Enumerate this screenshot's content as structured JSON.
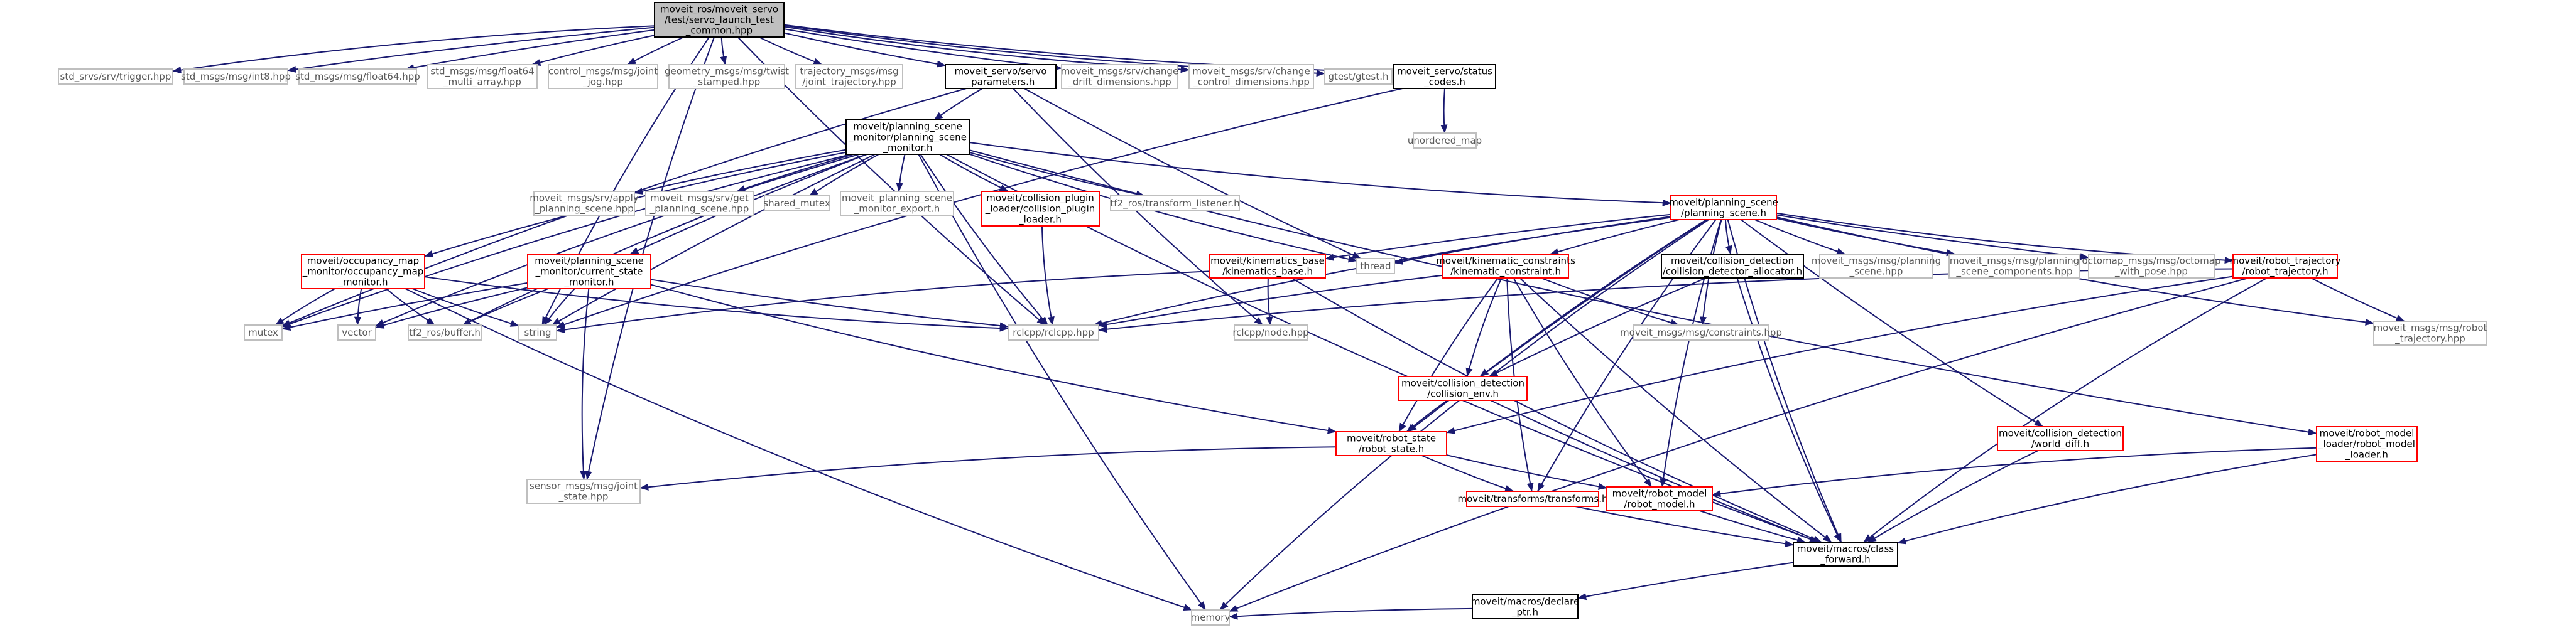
{
  "colors": {
    "edge": "#191970",
    "root_fill": "#bfbfbf",
    "root_stroke": "#000000",
    "documented_stroke": "#000000",
    "undocumented_stroke": "#ff0000",
    "external_stroke": "#bfbfbf",
    "node_fill": "#ffffff",
    "text": "#000000",
    "external_text": "#595959"
  },
  "nodes": [
    {
      "id": "root",
      "kind": "root",
      "lines": [
        "moveit_ros/moveit_servo",
        "/test/servo_launch_test",
        "_common.hpp"
      ]
    },
    {
      "id": "trigger",
      "kind": "external",
      "lines": [
        "std_srvs/srv/trigger.hpp"
      ]
    },
    {
      "id": "int8",
      "kind": "external",
      "lines": [
        "std_msgs/msg/int8.hpp"
      ]
    },
    {
      "id": "float64",
      "kind": "external",
      "lines": [
        "std_msgs/msg/float64.hpp"
      ]
    },
    {
      "id": "float64multi",
      "kind": "external",
      "lines": [
        "std_msgs/msg/float64",
        "_multi_array.hpp"
      ]
    },
    {
      "id": "jointjog",
      "kind": "external",
      "lines": [
        "control_msgs/msg/joint",
        "_jog.hpp"
      ]
    },
    {
      "id": "twist",
      "kind": "external",
      "lines": [
        "geometry_msgs/msg/twist",
        "_stamped.hpp"
      ]
    },
    {
      "id": "jointtraj",
      "kind": "external",
      "lines": [
        "trajectory_msgs/msg",
        "/joint_trajectory.hpp"
      ]
    },
    {
      "id": "servoparams",
      "kind": "documented",
      "lines": [
        "moveit_servo/servo",
        "_parameters.h"
      ]
    },
    {
      "id": "changedrift",
      "kind": "external",
      "lines": [
        "moveit_msgs/srv/change",
        "_drift_dimensions.hpp"
      ]
    },
    {
      "id": "changecontrol",
      "kind": "external",
      "lines": [
        "moveit_msgs/srv/change",
        "_control_dimensions.hpp"
      ]
    },
    {
      "id": "gtest",
      "kind": "external",
      "lines": [
        "gtest/gtest.h"
      ]
    },
    {
      "id": "statuscodes",
      "kind": "documented",
      "lines": [
        "moveit_servo/status",
        "_codes.h"
      ]
    },
    {
      "id": "unorderedmap",
      "kind": "external",
      "lines": [
        "unordered_map"
      ]
    },
    {
      "id": "psm",
      "kind": "documented",
      "lines": [
        "moveit/planning_scene",
        "_monitor/planning_scene",
        "_monitor.h"
      ]
    },
    {
      "id": "applyps",
      "kind": "external",
      "lines": [
        "moveit_msgs/srv/apply",
        "_planning_scene.hpp"
      ]
    },
    {
      "id": "getps",
      "kind": "external",
      "lines": [
        "moveit_msgs/srv/get",
        "_planning_scene.hpp"
      ]
    },
    {
      "id": "sharedmutex",
      "kind": "external",
      "lines": [
        "shared_mutex"
      ]
    },
    {
      "id": "psmexport",
      "kind": "external",
      "lines": [
        "moveit_planning_scene",
        "_monitor_export.h"
      ]
    },
    {
      "id": "collplugin",
      "kind": "undocumented",
      "lines": [
        "moveit/collision_plugin",
        "_loader/collision_plugin",
        "_loader.h"
      ]
    },
    {
      "id": "tf2listener",
      "kind": "external",
      "lines": [
        "tf2_ros/transform_listener.h"
      ]
    },
    {
      "id": "planningscene",
      "kind": "undocumented",
      "lines": [
        "moveit/planning_scene",
        "/planning_scene.h"
      ]
    },
    {
      "id": "occupancy",
      "kind": "undocumented",
      "lines": [
        "moveit/occupancy_map",
        "_monitor/occupancy_map",
        "_monitor.h"
      ]
    },
    {
      "id": "currentstate",
      "kind": "undocumented",
      "lines": [
        "moveit/planning_scene",
        "_monitor/current_state",
        "_monitor.h"
      ]
    },
    {
      "id": "kinbase",
      "kind": "undocumented",
      "lines": [
        "moveit/kinematics_base",
        "/kinematics_base.h"
      ]
    },
    {
      "id": "thread",
      "kind": "external",
      "lines": [
        "thread"
      ]
    },
    {
      "id": "kinconstraint",
      "kind": "undocumented",
      "lines": [
        "moveit/kinematic_constraints",
        "/kinematic_constraint.h"
      ]
    },
    {
      "id": "cdalloc",
      "kind": "documented",
      "lines": [
        "moveit/collision_detection",
        "/collision_detector_allocator.h"
      ]
    },
    {
      "id": "psmsg",
      "kind": "external",
      "lines": [
        "moveit_msgs/msg/planning",
        "_scene.hpp"
      ]
    },
    {
      "id": "pscomp",
      "kind": "external",
      "lines": [
        "moveit_msgs/msg/planning",
        "_scene_components.hpp"
      ]
    },
    {
      "id": "octomap",
      "kind": "external",
      "lines": [
        "octomap_msgs/msg/octomap",
        "_with_pose.hpp"
      ]
    },
    {
      "id": "robottraj",
      "kind": "undocumented",
      "lines": [
        "moveit/robot_trajectory",
        "/robot_trajectory.h"
      ]
    },
    {
      "id": "mutex",
      "kind": "external",
      "lines": [
        "mutex"
      ]
    },
    {
      "id": "vector",
      "kind": "external",
      "lines": [
        "vector"
      ]
    },
    {
      "id": "tf2buffer",
      "kind": "external",
      "lines": [
        "tf2_ros/buffer.h"
      ]
    },
    {
      "id": "string",
      "kind": "external",
      "lines": [
        "string"
      ]
    },
    {
      "id": "rclcpp",
      "kind": "external",
      "lines": [
        "rclcpp/rclcpp.hpp"
      ]
    },
    {
      "id": "rclcppnode",
      "kind": "external",
      "lines": [
        "rclcpp/node.hpp"
      ]
    },
    {
      "id": "constraintsmsg",
      "kind": "external",
      "lines": [
        "moveit_msgs/msg/constraints.hpp"
      ]
    },
    {
      "id": "robottrajmsg",
      "kind": "external",
      "lines": [
        "moveit_msgs/msg/robot",
        "_trajectory.hpp"
      ]
    },
    {
      "id": "collenv",
      "kind": "undocumented",
      "lines": [
        "moveit/collision_detection",
        "/collision_env.h"
      ]
    },
    {
      "id": "worlddiff",
      "kind": "undocumented",
      "lines": [
        "moveit/collision_detection",
        "/world_diff.h"
      ]
    },
    {
      "id": "rmloader",
      "kind": "undocumented",
      "lines": [
        "moveit/robot_model",
        "_loader/robot_model",
        "_loader.h"
      ]
    },
    {
      "id": "robotstate",
      "kind": "undocumented",
      "lines": [
        "moveit/robot_state",
        "/robot_state.h"
      ]
    },
    {
      "id": "jointstate",
      "kind": "external",
      "lines": [
        "sensor_msgs/msg/joint",
        "_state.hpp"
      ]
    },
    {
      "id": "transforms",
      "kind": "undocumented",
      "lines": [
        "moveit/transforms/transforms.h"
      ]
    },
    {
      "id": "robotmodel",
      "kind": "undocumented",
      "lines": [
        "moveit/robot_model",
        "/robot_model.h"
      ]
    },
    {
      "id": "classfwd",
      "kind": "documented",
      "lines": [
        "moveit/macros/class",
        "_forward.h"
      ]
    },
    {
      "id": "declareptr",
      "kind": "documented",
      "lines": [
        "moveit/macros/declare",
        "_ptr.h"
      ]
    },
    {
      "id": "memory",
      "kind": "external",
      "lines": [
        "memory"
      ]
    }
  ],
  "edges": [
    [
      "root",
      "trigger"
    ],
    [
      "root",
      "int8"
    ],
    [
      "root",
      "float64"
    ],
    [
      "root",
      "float64multi"
    ],
    [
      "root",
      "jointjog"
    ],
    [
      "root",
      "twist"
    ],
    [
      "root",
      "jointtraj"
    ],
    [
      "root",
      "servoparams"
    ],
    [
      "root",
      "changedrift"
    ],
    [
      "root",
      "changecontrol"
    ],
    [
      "root",
      "gtest"
    ],
    [
      "root",
      "statuscodes"
    ],
    [
      "root",
      "string"
    ],
    [
      "root",
      "jointstate"
    ],
    [
      "root",
      "rclcpp"
    ],
    [
      "servoparams",
      "psm"
    ],
    [
      "servoparams",
      "mutex"
    ],
    [
      "servoparams",
      "thread"
    ],
    [
      "servoparams",
      "rclcppnode"
    ],
    [
      "statuscodes",
      "unorderedmap"
    ],
    [
      "statuscodes",
      "string"
    ],
    [
      "psm",
      "applyps"
    ],
    [
      "psm",
      "getps"
    ],
    [
      "psm",
      "sharedmutex"
    ],
    [
      "psm",
      "psmexport"
    ],
    [
      "psm",
      "collplugin"
    ],
    [
      "psm",
      "tf2listener"
    ],
    [
      "psm",
      "planningscene"
    ],
    [
      "psm",
      "occupancy"
    ],
    [
      "psm",
      "currentstate"
    ],
    [
      "psm",
      "thread"
    ],
    [
      "psm",
      "rclcpp"
    ],
    [
      "psm",
      "mutex"
    ],
    [
      "psm",
      "vector"
    ],
    [
      "psm",
      "tf2buffer"
    ],
    [
      "psm",
      "string"
    ],
    [
      "psm",
      "memory"
    ],
    [
      "psm",
      "rmloader"
    ],
    [
      "psm",
      "classfwd"
    ],
    [
      "collplugin",
      "rclcpp"
    ],
    [
      "planningscene",
      "kinbase"
    ],
    [
      "planningscene",
      "thread"
    ],
    [
      "planningscene",
      "kinconstraint"
    ],
    [
      "planningscene",
      "cdalloc"
    ],
    [
      "planningscene",
      "psmsg"
    ],
    [
      "planningscene",
      "pscomp"
    ],
    [
      "planningscene",
      "octomap"
    ],
    [
      "planningscene",
      "robottraj"
    ],
    [
      "planningscene",
      "rclcpp"
    ],
    [
      "planningscene",
      "constraintsmsg"
    ],
    [
      "planningscene",
      "collenv"
    ],
    [
      "planningscene",
      "worlddiff"
    ],
    [
      "planningscene",
      "robotstate"
    ],
    [
      "planningscene",
      "transforms"
    ],
    [
      "planningscene",
      "robotmodel"
    ],
    [
      "planningscene",
      "classfwd"
    ],
    [
      "planningscene",
      "memory"
    ],
    [
      "planningscene",
      "robottrajmsg"
    ],
    [
      "occupancy",
      "mutex"
    ],
    [
      "occupancy",
      "vector"
    ],
    [
      "occupancy",
      "tf2buffer"
    ],
    [
      "occupancy",
      "string"
    ],
    [
      "occupancy",
      "rclcpp"
    ],
    [
      "occupancy",
      "memory"
    ],
    [
      "currentstate",
      "mutex"
    ],
    [
      "currentstate",
      "vector"
    ],
    [
      "currentstate",
      "tf2buffer"
    ],
    [
      "currentstate",
      "string"
    ],
    [
      "currentstate",
      "rclcpp"
    ],
    [
      "currentstate",
      "robotstate"
    ],
    [
      "currentstate",
      "jointstate"
    ],
    [
      "kinbase",
      "string"
    ],
    [
      "kinbase",
      "rclcppnode"
    ],
    [
      "kinbase",
      "classfwd"
    ],
    [
      "kinconstraint",
      "rclcpp"
    ],
    [
      "kinconstraint",
      "constraintsmsg"
    ],
    [
      "kinconstraint",
      "collenv"
    ],
    [
      "kinconstraint",
      "robotstate"
    ],
    [
      "kinconstraint",
      "transforms"
    ],
    [
      "kinconstraint",
      "robotmodel"
    ],
    [
      "kinconstraint",
      "classfwd"
    ],
    [
      "cdalloc",
      "collenv"
    ],
    [
      "cdalloc",
      "classfwd"
    ],
    [
      "robottraj",
      "rclcpp"
    ],
    [
      "robottraj",
      "robottrajmsg"
    ],
    [
      "robottraj",
      "robotstate"
    ],
    [
      "robottraj",
      "classfwd"
    ],
    [
      "robottraj",
      "memory"
    ],
    [
      "collenv",
      "robotstate"
    ],
    [
      "collenv",
      "classfwd"
    ],
    [
      "worlddiff",
      "classfwd"
    ],
    [
      "rmloader",
      "robotmodel"
    ],
    [
      "rmloader",
      "classfwd"
    ],
    [
      "robotstate",
      "jointstate"
    ],
    [
      "robotstate",
      "transforms"
    ],
    [
      "robotstate",
      "robotmodel"
    ],
    [
      "transforms",
      "classfwd"
    ],
    [
      "robotmodel",
      "classfwd"
    ],
    [
      "classfwd",
      "declareptr"
    ],
    [
      "declareptr",
      "memory"
    ]
  ]
}
